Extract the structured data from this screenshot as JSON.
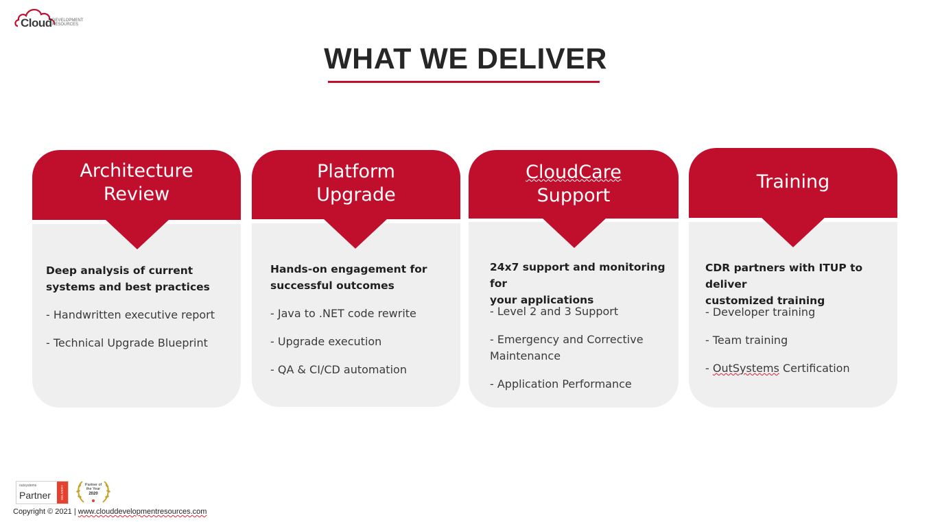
{
  "logo": {
    "text": "Cloud",
    "subtitle_line1": "DEVELOPMENT",
    "subtitle_line2": "RESOURCES"
  },
  "title": "WHAT WE DELIVER",
  "colors": {
    "accent": "#c00e2d",
    "card_body": "#efefef",
    "title_text": "#262626"
  },
  "cards": [
    {
      "title_line1": "Architecture",
      "title_line2": "Review",
      "lead_line1": "Deep analysis of current",
      "lead_line2": "systems and best practices",
      "items": [
        "- Handwritten executive report",
        "- Technical Upgrade Blueprint"
      ]
    },
    {
      "title_line1": "Platform",
      "title_line2": "Upgrade",
      "lead_line1": "Hands-on engagement for",
      "lead_line2": "successful outcomes",
      "items": [
        "- Java to .NET code rewrite",
        "- Upgrade execution",
        "- QA & CI/CD automation"
      ]
    },
    {
      "title_line1": "CloudCare",
      "title_line2": "Support",
      "lead_line1": "24x7 support and monitoring for",
      "lead_line2": "your applications",
      "items": [
        "- Level 2 and 3 Support",
        "- Emergency and Corrective",
        "Maintenance",
        "- Application Performance"
      ]
    },
    {
      "title_line1": "Training",
      "lead_line1": "CDR partners with ITUP to deliver",
      "lead_line2": "customized training",
      "items": [
        "- Developer training",
        "- Team training",
        "- ",
        "OutSystems",
        " Certification"
      ]
    }
  ],
  "footer": {
    "partner_brand": "outsystems",
    "partner_label": "Partner",
    "partner_strip": "DELIVERY",
    "award_line1": "Partner of",
    "award_line2": "the Year",
    "award_year": "2020",
    "copyright": "Copyright © 2021",
    "separator": " | ",
    "url": "www.clouddevelopmentresources.com"
  }
}
